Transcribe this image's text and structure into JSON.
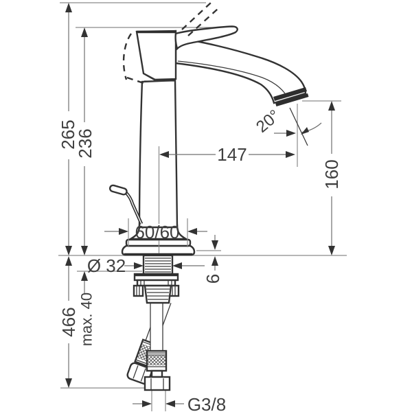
{
  "page": {
    "background": "#ffffff",
    "outline_color": "#333333",
    "dimension_line_color": "#6f6f6f",
    "text_color": "#3f3f3f"
  },
  "drawing": {
    "type": "technical-dimension-drawing",
    "subject": "single-lever basin mixer faucet, side elevation with mounting hardware",
    "dimensions": {
      "overall_height": "265",
      "height_to_handle": "236",
      "spout_reach": "147",
      "outlet_height": "160",
      "spout_angle": "20°",
      "base_footprint": "60/60",
      "mounting_hole_diameter": "Ø 32",
      "base_plate_height": "6",
      "hose_length": "466",
      "max_counter_thickness": "max. 40",
      "connection_thread": "G3/8"
    }
  }
}
